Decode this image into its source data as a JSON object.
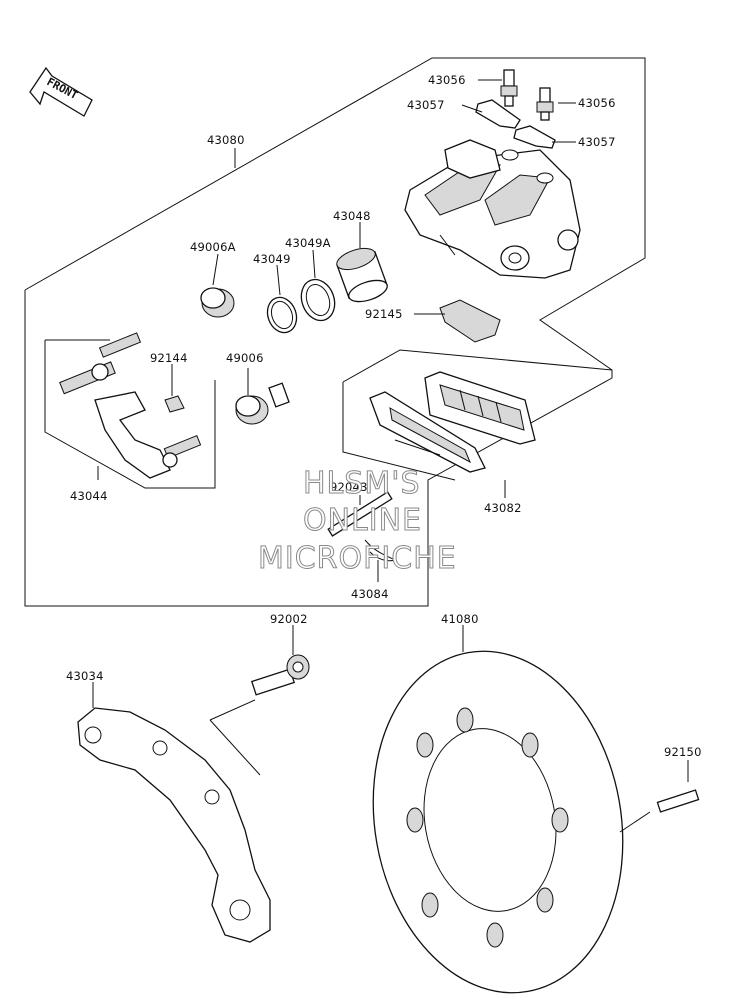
{
  "front_label": "FRONT",
  "parts": {
    "p43056a": "43056",
    "p43056b": "43056",
    "p43057a": "43057",
    "p43057b": "43057",
    "p43080": "43080",
    "p43048": "43048",
    "p49006A": "49006A",
    "p43049A": "43049A",
    "p43049": "43049",
    "p92145": "92145",
    "p92144": "92144",
    "p49006": "49006",
    "p43044": "43044",
    "p92043": "92043",
    "p43082": "43082",
    "p43084": "43084",
    "p92002": "92002",
    "p41080": "41080",
    "p43034": "43034",
    "p92150": "92150"
  },
  "watermark": {
    "line1": "HLSM'S",
    "line2": "ONLINE",
    "line3": "MICROFICHE"
  }
}
